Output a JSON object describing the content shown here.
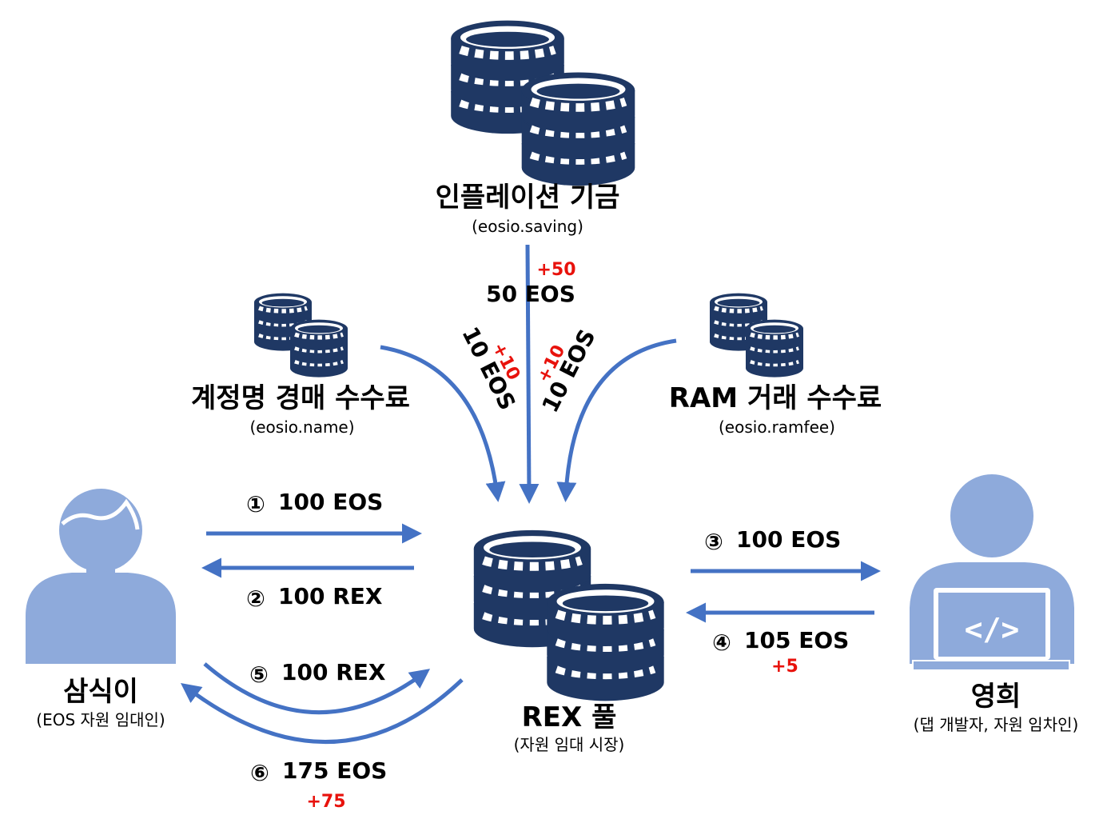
{
  "colors": {
    "coin_dark": "#1f3864",
    "arrow_blue": "#4472c4",
    "person_blue": "#8eaadb",
    "bonus_red": "#e8120c"
  },
  "nodes": {
    "inflation": {
      "title": "인플레이션 기금",
      "account": "(eosio.saving)"
    },
    "name_auction": {
      "title": "계정명 경매 수수료",
      "account": "(eosio.name)"
    },
    "ram_fee": {
      "title": "RAM 거래 수수료",
      "account": "(eosio.ramfee)"
    },
    "rex_pool": {
      "title": "REX 풀",
      "subtitle": "(자원 임대 시장)"
    },
    "lender": {
      "title": "삼식이",
      "subtitle": "(EOS 자원 임대인)"
    },
    "developer": {
      "title": "영희",
      "subtitle": "(댑 개발자, 자원 임차인)",
      "icon": "code-icon",
      "code_glyph": "</>"
    }
  },
  "flows": {
    "inflation_to_pool": {
      "amount": "50 EOS",
      "bonus": "+50"
    },
    "name_to_pool": {
      "amount": "10 EOS",
      "bonus": "+10"
    },
    "ram_to_pool": {
      "amount": "10 EOS",
      "bonus": "+10"
    },
    "step1": {
      "num": "①",
      "amount": "100 EOS"
    },
    "step2": {
      "num": "②",
      "amount": "100 REX"
    },
    "step3": {
      "num": "③",
      "amount": "100 EOS"
    },
    "step4": {
      "num": "④",
      "amount": "105 EOS",
      "bonus": "+5"
    },
    "step5": {
      "num": "⑤",
      "amount": "100 REX"
    },
    "step6": {
      "num": "⑥",
      "amount": "175 EOS",
      "bonus": "+75"
    }
  }
}
